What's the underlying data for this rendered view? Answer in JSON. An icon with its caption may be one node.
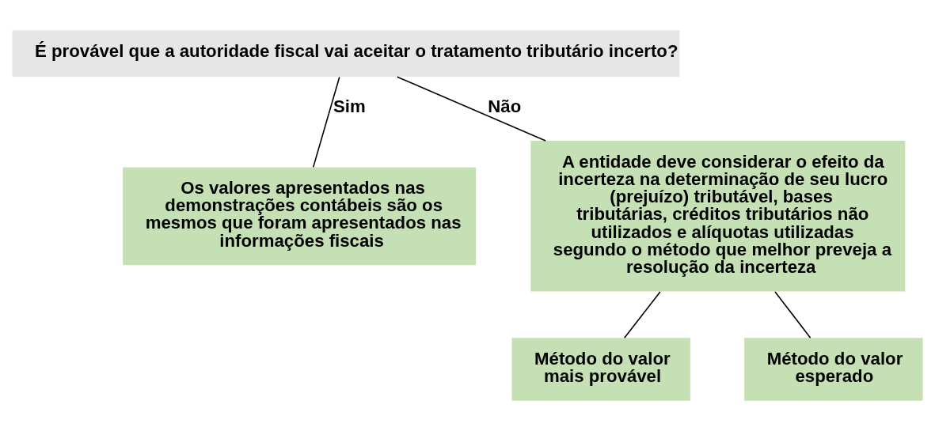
{
  "diagram": {
    "nodes": [
      {
        "text": [
          "É provável que a autoridade fiscal vai aceitar o tratamento tributário incerto?"
        ]
      },
      {
        "text": [
          "Os valores apresentados nas demonstrações contábeis são os mesmos que foram apresentados nas informações fiscais"
        ]
      },
      {
        "text": [
          "A entidade deve considerar o efeito da incerteza na determinação de seu lucro (prejuízo) tributável, bases tributárias, créditos tributários não utilizados e alíquotas utilizadas segundo o método que melhor preveja a resolução da incerteza"
        ]
      },
      {
        "text": [
          "Método do valor mais provável"
        ]
      },
      {
        "text": [
          "Método do valor esperado"
        ]
      }
    ],
    "edges": [
      {
        "from": 0,
        "to": 1,
        "arrow": "none",
        "label": "Sim"
      },
      {
        "from": 0,
        "to": 2,
        "arrow": "none",
        "label": "Não"
      },
      {
        "from": 2,
        "to": 3,
        "arrow": "none"
      },
      {
        "from": 2,
        "to": 4,
        "arrow": "none"
      }
    ]
  }
}
